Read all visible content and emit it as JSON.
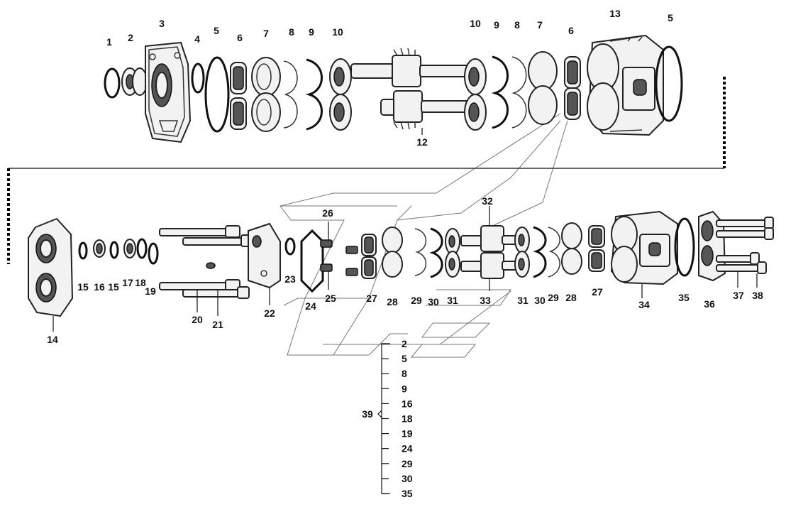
{
  "labels": [
    {
      "id": "l1",
      "text": "1"
    },
    {
      "id": "l2",
      "text": "2"
    },
    {
      "id": "l3",
      "text": "3"
    },
    {
      "id": "l4",
      "text": "4"
    },
    {
      "id": "l5a",
      "text": "5"
    },
    {
      "id": "l6a",
      "text": "6"
    },
    {
      "id": "l7a",
      "text": "7"
    },
    {
      "id": "l8a",
      "text": "8"
    },
    {
      "id": "l9a",
      "text": "9"
    },
    {
      "id": "l10a",
      "text": "10"
    },
    {
      "id": "l10b",
      "text": "10"
    },
    {
      "id": "l9b",
      "text": "9"
    },
    {
      "id": "l8b",
      "text": "8"
    },
    {
      "id": "l7b",
      "text": "7"
    },
    {
      "id": "l6b",
      "text": "6"
    },
    {
      "id": "l13",
      "text": "13"
    },
    {
      "id": "l5b",
      "text": "5"
    },
    {
      "id": "l12",
      "text": "12"
    },
    {
      "id": "l26",
      "text": "26"
    },
    {
      "id": "l32",
      "text": "32"
    },
    {
      "id": "l14",
      "text": "14"
    },
    {
      "id": "l15a",
      "text": "15"
    },
    {
      "id": "l16",
      "text": "16"
    },
    {
      "id": "l15b",
      "text": "15"
    },
    {
      "id": "l17",
      "text": "17"
    },
    {
      "id": "l18",
      "text": "18"
    },
    {
      "id": "l19",
      "text": "19"
    },
    {
      "id": "l20",
      "text": "20"
    },
    {
      "id": "l21",
      "text": "21"
    },
    {
      "id": "l22",
      "text": "22"
    },
    {
      "id": "l23",
      "text": "23"
    },
    {
      "id": "l24",
      "text": "24"
    },
    {
      "id": "l25",
      "text": "25"
    },
    {
      "id": "l27a",
      "text": "27"
    },
    {
      "id": "l28a",
      "text": "28"
    },
    {
      "id": "l29a",
      "text": "29"
    },
    {
      "id": "l30a",
      "text": "30"
    },
    {
      "id": "l31a",
      "text": "31"
    },
    {
      "id": "l33",
      "text": "33"
    },
    {
      "id": "l31b",
      "text": "31"
    },
    {
      "id": "l30b",
      "text": "30"
    },
    {
      "id": "l29b",
      "text": "29"
    },
    {
      "id": "l28b",
      "text": "28"
    },
    {
      "id": "l27b",
      "text": "27"
    },
    {
      "id": "l34",
      "text": "34"
    },
    {
      "id": "l35",
      "text": "35"
    },
    {
      "id": "l36",
      "text": "36"
    },
    {
      "id": "l37",
      "text": "37"
    },
    {
      "id": "l38",
      "text": "38"
    },
    {
      "id": "l39",
      "text": "39"
    }
  ],
  "kit": {
    "label": "39",
    "items": [
      "2",
      "5",
      "8",
      "9",
      "16",
      "18",
      "19",
      "24",
      "29",
      "30",
      "35"
    ]
  }
}
